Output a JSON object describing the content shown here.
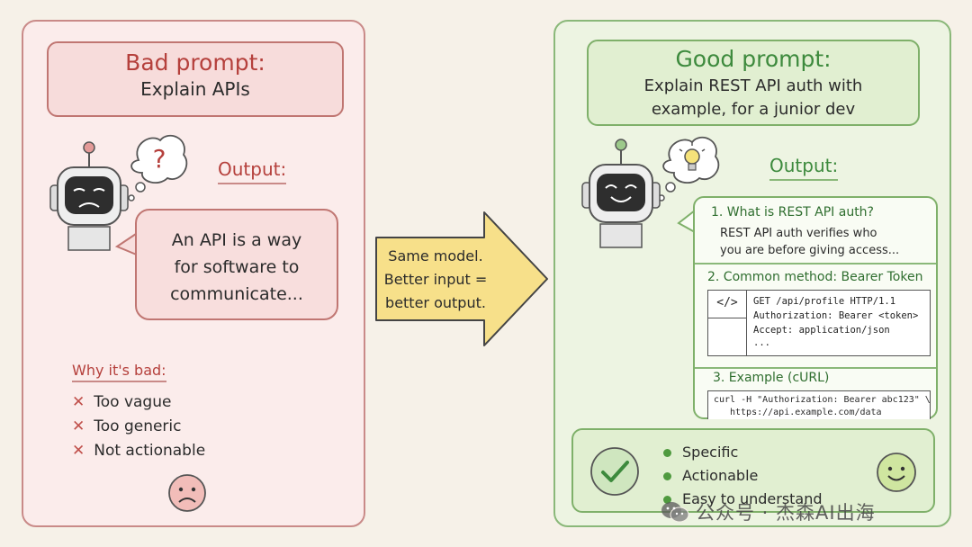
{
  "bad": {
    "heading": "Bad prompt:",
    "prompt": "Explain APIs",
    "output_label": "Output:",
    "thought_symbol": "?",
    "response_lines": [
      "An API is a way",
      "for software to",
      "communicate..."
    ],
    "why_heading": "Why it's bad:",
    "why_items": [
      "Too vague",
      "Too generic",
      "Not actionable"
    ],
    "why_marker": "✕"
  },
  "arrow": {
    "lines": [
      "Same model.",
      "Better input =",
      "better output."
    ]
  },
  "good": {
    "heading": "Good prompt:",
    "prompt_lines": [
      "Explain REST API auth with",
      "example, for a junior dev"
    ],
    "output_label": "Output:",
    "sections": [
      {
        "title": "1. What is REST API auth?",
        "body_lines": [
          "REST API auth verifies who",
          "you are before giving access..."
        ]
      },
      {
        "title": "2. Common method: Bearer Token",
        "code_icon": "</>",
        "code_lines": [
          "GET /api/profile HTTP/1.1",
          "Authorization: Bearer <token>",
          "Accept: application/json",
          "..."
        ]
      },
      {
        "title": "3. Example (cURL)",
        "code_lines": [
          "curl -H \"Authorization: Bearer abc123\" \\",
          "https://api.example.com/data"
        ]
      }
    ],
    "benefits": [
      "Specific",
      "Actionable",
      "Easy to understand"
    ]
  },
  "watermark": "公众号 · 杰森AI出海",
  "icons": {
    "bad_robot": "robot-sad-icon",
    "good_robot": "robot-happy-icon",
    "thought_bad": "question-thought-icon",
    "thought_good": "lightbulb-thought-icon",
    "sad_face": "sad-face-icon",
    "smile_face": "smile-face-icon",
    "check": "check-circle-icon",
    "arrow": "right-arrow-icon",
    "wechat": "wechat-icon"
  },
  "colors": {
    "bad_accent": "#b5403c",
    "good_accent": "#3d8a3d",
    "arrow_fill": "#f7e08a"
  }
}
